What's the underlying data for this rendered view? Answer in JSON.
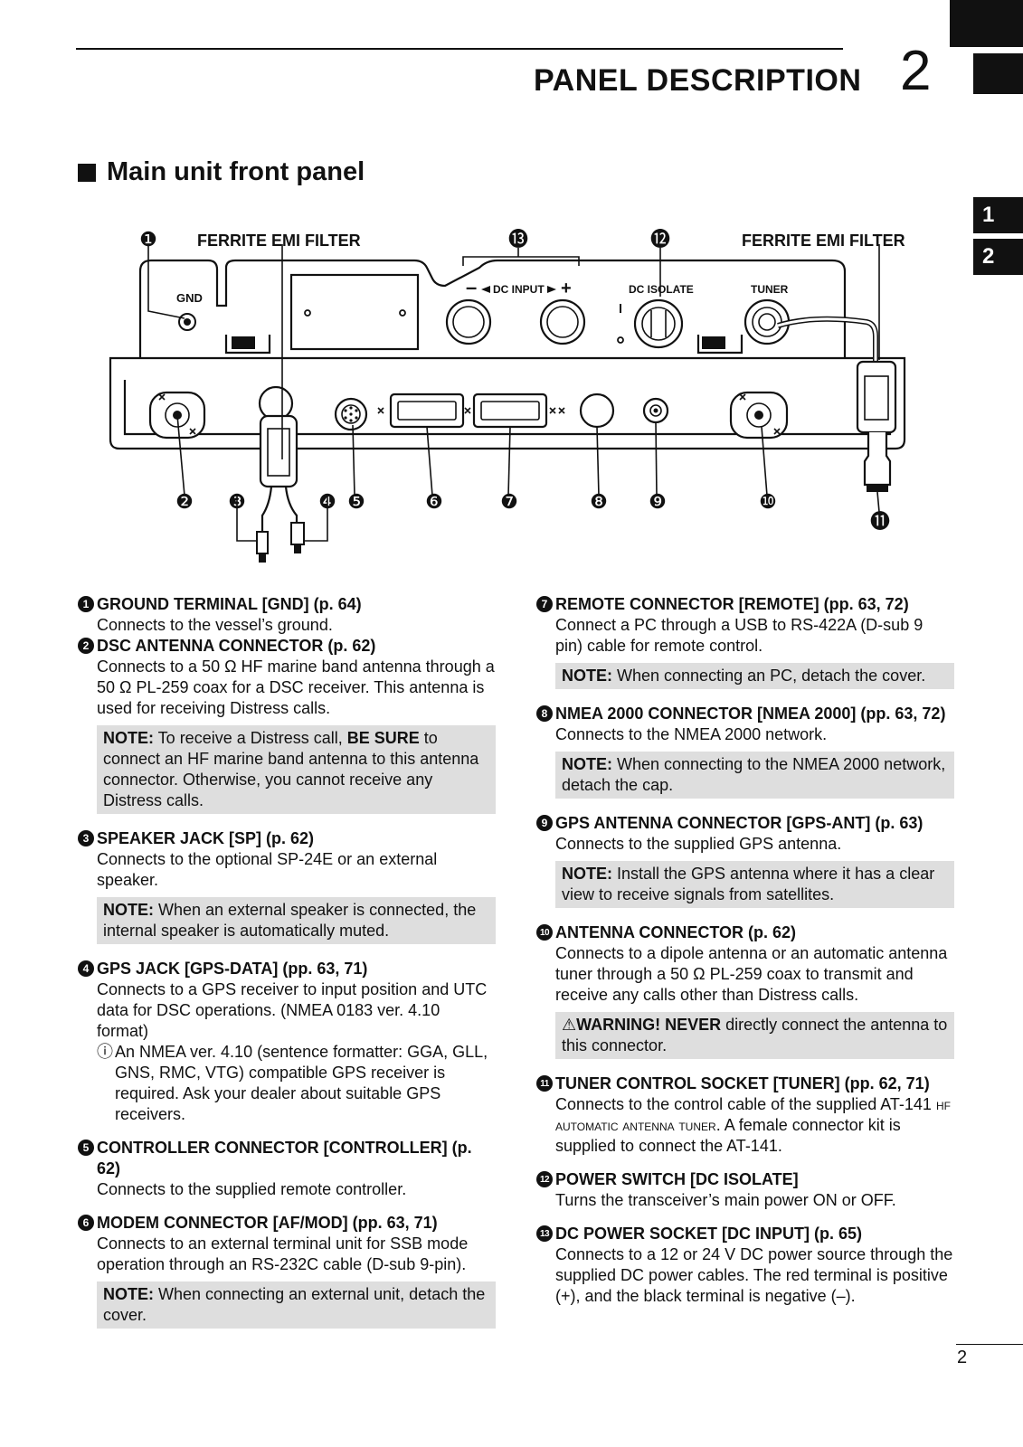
{
  "header": {
    "title": "PANEL DESCRIPTION",
    "chapter": "2"
  },
  "tabs": [
    "1",
    "2"
  ],
  "section_title": "Main unit front panel",
  "diagram": {
    "callout_ferrite_left": "FERRITE EMI FILTER",
    "callout_ferrite_right": "FERRITE EMI FILTER",
    "label_gnd": "GND",
    "label_dc_input": "DC INPUT",
    "label_minus": "–",
    "label_plus": "+",
    "label_dc_isolate": "DC ISOLATE",
    "label_tuner": "TUNER",
    "callouts": [
      "❶",
      "❷",
      "❸",
      "❹",
      "❺",
      "❻",
      "❼",
      "❽",
      "❾",
      "❿",
      "⓫",
      "⓬",
      "⓭"
    ]
  },
  "items": {
    "i1": {
      "num": "1",
      "title": "GROUND TERMINAL [GND] (p. 64)",
      "body": "Connects to the vessel’s ground."
    },
    "i2": {
      "num": "2",
      "title": "DSC ANTENNA CONNECTOR (p. 62)",
      "body": "Connects to a 50 Ω HF marine band antenna through a 50 Ω PL-259 coax for a DSC receiver. This antenna is used for receiving Distress calls.",
      "note_label": "NOTE:",
      "note_pre": " To receive a Distress call, ",
      "note_bold": "BE SURE",
      "note_post": " to connect an HF marine band antenna to this antenna connector. Otherwise, you cannot receive any Distress calls."
    },
    "i3": {
      "num": "3",
      "title": "SPEAKER JACK [SP] (p. 62)",
      "body": "Connects to the optional SP-24E or an external speaker.",
      "note_label": "NOTE:",
      "note_text": " When an external speaker is connected, the internal speaker is automatically muted."
    },
    "i4": {
      "num": "4",
      "title": "GPS JACK [GPS-DATA] (pp. 63, 71)",
      "body": "Connects to a GPS receiver to input position and UTC data for DSC operations. (NMEA 0183 ver. 4.10 format)",
      "info": "An NMEA ver. 4.10 (sentence formatter: GGA, GLL, GNS, RMC, VTG) compatible GPS receiver is required. Ask your dealer about suitable GPS receivers."
    },
    "i5": {
      "num": "5",
      "title": "CONTROLLER CONNECTOR [CONTROLLER] (p. 62)",
      "body": "Connects to the supplied remote controller."
    },
    "i6": {
      "num": "6",
      "title": "MODEM CONNECTOR [AF/MOD] (pp. 63, 71)",
      "body": "Connects to an external terminal unit for SSB mode operation through an RS-232C cable (D-sub 9-pin).",
      "note_label": "NOTE:",
      "note_text": " When connecting an external unit, detach the cover."
    },
    "i7": {
      "num": "7",
      "title": "REMOTE CONNECTOR [REMOTE] (pp. 63, 72)",
      "body": "Connect a PC through a USB to RS-422A (D-sub 9 pin) cable for remote control.",
      "note_label": "NOTE:",
      "note_text": " When connecting an PC, detach the cover."
    },
    "i8": {
      "num": "8",
      "title": "NMEA 2000 CONNECTOR [NMEA 2000] (pp. 63, 72)",
      "body": "Connects to the NMEA 2000 network.",
      "note_label": "NOTE:",
      "note_text": " When connecting to the NMEA 2000 network, detach the cap."
    },
    "i9": {
      "num": "9",
      "title": "GPS ANTENNA CONNECTOR [GPS-ANT] (p. 63)",
      "body": "Connects to the supplied GPS antenna.",
      "note_label": "NOTE:",
      "note_text": " Install the GPS antenna where it has a clear view to receive signals from satellites."
    },
    "i10": {
      "num": "10",
      "title": "ANTENNA CONNECTOR (p. 62)",
      "body": "Connects to a dipole antenna or an automatic antenna tuner through a 50 Ω PL-259 coax to transmit and receive any calls other than Distress calls.",
      "warn_label": "WARNING! NEVER",
      "warn_text": " directly connect the antenna to this connector."
    },
    "i11": {
      "num": "11",
      "title": "TUNER CONTROL SOCKET [TUNER] (pp. 62, 71)",
      "body_pre": "Connects to the control cable of the supplied AT-141 ",
      "body_sc": "hf automatic antenna tuner",
      "body_post": ". A female connector kit is supplied to connect the AT-141."
    },
    "i12": {
      "num": "12",
      "title": "POWER SWITCH [DC ISOLATE]",
      "body": "Turns the transceiver’s main power ON or OFF."
    },
    "i13": {
      "num": "13",
      "title": "DC POWER SOCKET [DC INPUT] (p. 65)",
      "body": "Connects to a 12 or 24 V DC power source through the supplied DC power cables. The red terminal is positive (+), and the black terminal is negative (–)."
    }
  },
  "footer": {
    "page": "2"
  }
}
